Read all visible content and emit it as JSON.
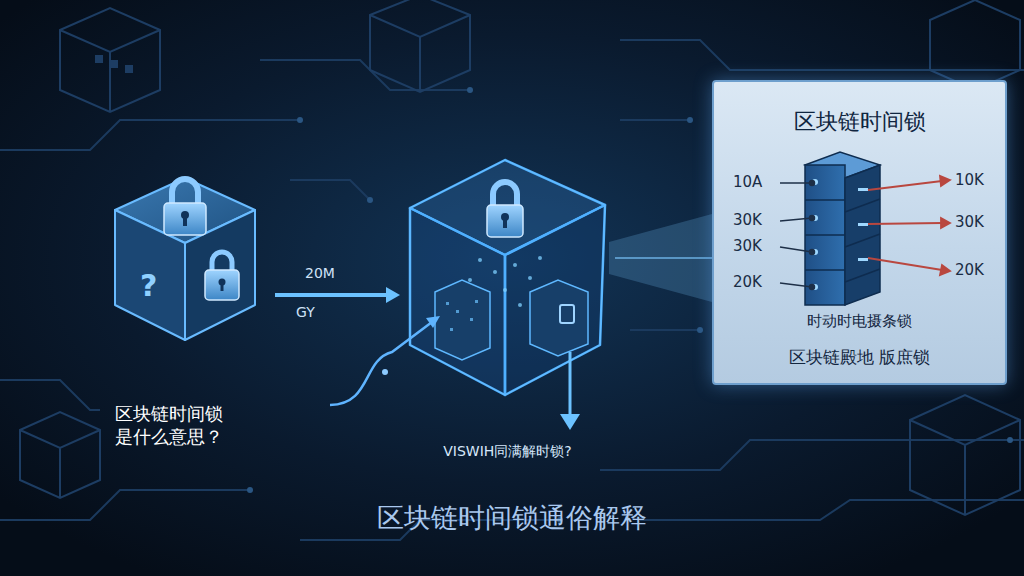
{
  "diagram": {
    "title": "区块链时间锁通俗解释",
    "nodes": [
      {
        "text": [
          "区块链时间锁 是什么意思？"
        ]
      },
      {
        "text": [
          "VISWIH同满解时锁?"
        ]
      },
      {
        "text": [
          "区块链时间锁",
          "时动时电摄条锁",
          "区块链殿地 版庶锁"
        ]
      }
    ],
    "edges": [
      {
        "from": 0,
        "to": 1,
        "arrow": "to",
        "label": "20M"
      },
      {
        "from": 1,
        "to": 2,
        "arrow": "none"
      }
    ],
    "labels": [
      "GY",
      "?",
      "10A",
      "30K",
      "30K",
      "20K",
      "10K",
      "30K",
      "20K"
    ]
  }
}
